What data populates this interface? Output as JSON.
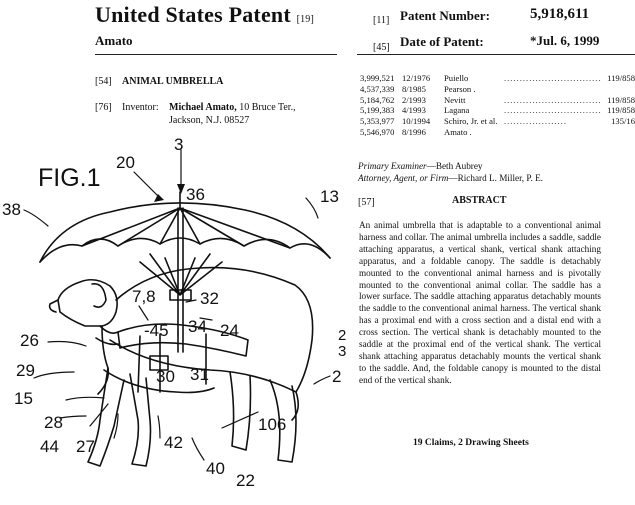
{
  "header": {
    "title": "United States Patent",
    "title_code": "[19]",
    "inventor_surname": "Amato",
    "patent_number_code": "[11]",
    "patent_number_label": "Patent Number:",
    "patent_number": "5,918,611",
    "date_code": "[45]",
    "date_label": "Date of Patent:",
    "date": "*Jul. 6, 1999"
  },
  "biblio": {
    "title_code": "[54]",
    "invention_title": "ANIMAL UMBRELLA",
    "inventor_code": "[76]",
    "inventor_label": "Inventor:",
    "inventor_name": "Michael Amato,",
    "inventor_address_1": "10 Bruce Ter.,",
    "inventor_address_2": "Jackson, N.J. 08527"
  },
  "references": [
    {
      "number": "3,999,521",
      "date": "12/1976",
      "name": "Puiello",
      "dots": "................................",
      "class": "119/858"
    },
    {
      "number": "4,537,339",
      "date": "8/1985",
      "name": "Pearson .",
      "dots": "",
      "class": ""
    },
    {
      "number": "5,184,762",
      "date": "2/1993",
      "name": "Nevitt",
      "dots": "................................",
      "class": "119/858"
    },
    {
      "number": "5,199,383",
      "date": "4/1993",
      "name": "Lagana",
      "dots": "................................",
      "class": "119/858"
    },
    {
      "number": "5,353,977",
      "date": "10/1994",
      "name": "Schiro, Jr. et al.",
      "dots": "....................",
      "class": "135/16"
    },
    {
      "number": "5,546,970",
      "date": "8/1996",
      "name": "Amato .",
      "dots": "",
      "class": ""
    }
  ],
  "examiner": {
    "primary_label": "Primary Examiner",
    "primary_name": "—Beth Aubrey",
    "attorney_label": "Attorney, Agent, or Firm",
    "attorney_name": "—Richard L. Miller, P. E."
  },
  "abstract": {
    "code": "[57]",
    "heading": "ABSTRACT",
    "text": "An animal umbrella that is adaptable to a conventional animal harness and collar. The animal umbrella includes a saddle, saddle attaching apparatus, a vertical shank, vertical shank attaching apparatus, and a foldable canopy. The saddle is detachably mounted to the conventional animal harness and is pivotally mounted to the conventional animal collar. The saddle has a lower surface. The saddle attaching apparatus detachably mounts the saddle to the conventional animal harness. The vertical shank has a proximal end with a cross section and a distal end with a cross section. The vertical shank is detachably mounted to the saddle at the proximal end of the vertical shank. The vertical shank attaching apparatus detachably mounts the vertical shank to the saddle. And, the foldable canopy is mounted to the distal end of the vertical shank."
  },
  "claims": "19 Claims, 2 Drawing Sheets",
  "figure": {
    "label": "FIG.1",
    "refs": {
      "r3": "3",
      "r20": "20",
      "r36": "36",
      "r13": "13",
      "r38": "38",
      "r78": "7,8",
      "r32": "32",
      "r45": "-45",
      "r34": "34",
      "r24": "24",
      "r26": "26",
      "r29": "29",
      "r30": "30",
      "r31": "31",
      "r15": "15",
      "r28": "28",
      "r44": "44",
      "r27": "27",
      "r42": "42",
      "r40": "40",
      "r22": "22",
      "r106": "106",
      "r2": "2",
      "r2x": "2",
      "r3x": "3"
    }
  }
}
